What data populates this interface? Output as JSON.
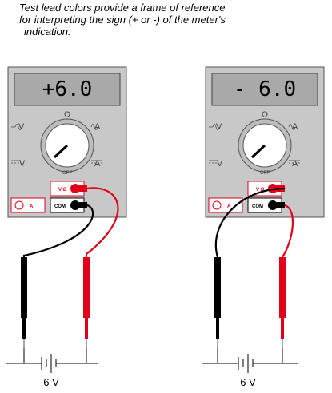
{
  "caption": {
    "line1": "Test lead colors provide a frame of reference",
    "line2": "for interpreting the sign (+ or -) of the meter's",
    "line3": "indication."
  },
  "meters": [
    {
      "display": "+6.0",
      "voltage_label": "6 V",
      "ohm_label": "Ω",
      "off_label": "OFF",
      "vohm_jack": "V Ω",
      "com_jack": "COM",
      "amp_jack": "A"
    },
    {
      "display": "- 6.0",
      "voltage_label": "6 V",
      "ohm_label": "Ω",
      "off_label": "OFF",
      "vohm_jack": "V Ω",
      "com_jack": "COM",
      "amp_jack": "A"
    }
  ],
  "colors": {
    "red_lead": "#e0001a",
    "black_lead": "#000000",
    "meter_body": "#c8c8c8",
    "display_bg": "#a9a9a9"
  }
}
